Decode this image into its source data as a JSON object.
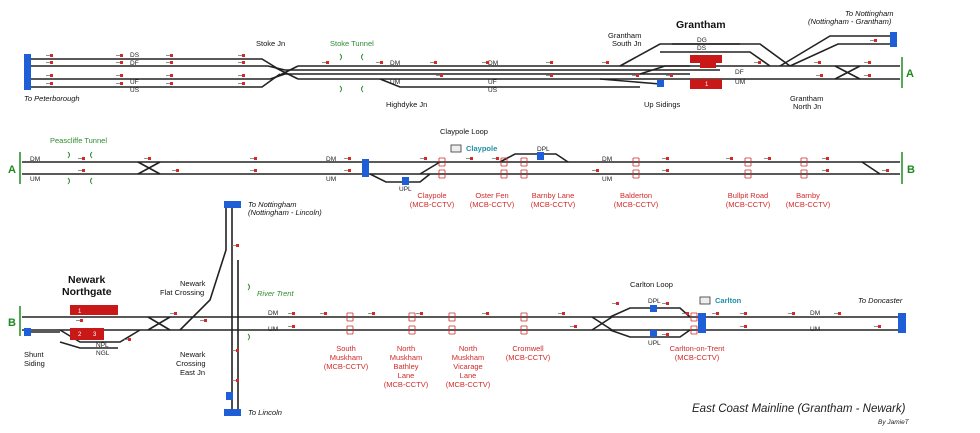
{
  "title": "East Coast Mainline (Grantham - Newark)",
  "author": "By JamieT",
  "stations": {
    "grantham": "Grantham",
    "newark": "Newark",
    "newark2": "Northgate",
    "claypole": "Claypole",
    "carlton": "Carlton"
  },
  "directions": {
    "peterborough": "To Peterborough",
    "nott_gr_1": "To Nottingham",
    "nott_gr_2": "(Nottingham - Grantham)",
    "nott_li_1": "To Nottingham",
    "nott_li_2": "(Nottingham - Lincoln)",
    "lincoln": "To Lincoln",
    "doncaster": "To Doncaster"
  },
  "junctions": {
    "stoke_jn": "Stoke Jn",
    "highdyke_jn": "Highdyke Jn",
    "grantham_south_1": "Grantham",
    "grantham_south_2": "South Jn",
    "grantham_north_1": "Grantham",
    "grantham_north_2": "North Jn",
    "up_sidings": "Up Sidings",
    "claypole_loop": "Claypole Loop",
    "carlton_loop": "Carlton Loop",
    "flat_1": "Newark",
    "flat_2": "Flat Crossing",
    "ce_1": "Newark",
    "ce_2": "Crossing",
    "ce_3": "East Jn",
    "shunt_1": "Shunt",
    "shunt_2": "Siding"
  },
  "tunnels": {
    "stoke": "Stoke Tunnel",
    "peascliffe": "Peascliffe Tunnel"
  },
  "river": "River Trent",
  "crossings": {
    "claypole": [
      "Claypole",
      "(MCB-CCTV)"
    ],
    "oster_fen": [
      "Oster Fen",
      "(MCB-CCTV)"
    ],
    "barnby_lane": [
      "Barnby Lane",
      "(MCB-CCTV)"
    ],
    "balderton": [
      "Balderton",
      "(MCB-CCTV)"
    ],
    "bullpit_road": [
      "Bullpit Road",
      "(MCB-CCTV)"
    ],
    "barnby": [
      "Barnby",
      "(MCB-CCTV)"
    ],
    "south_muskham": [
      "South",
      "Muskham",
      "(MCB-CCTV)"
    ],
    "north_muskham_bathley": [
      "North",
      "Muskham",
      "Bathley",
      "Lane",
      "(MCB-CCTV)"
    ],
    "north_muskham_vicarage": [
      "North",
      "Muskham",
      "Vicarage",
      "Lane",
      "(MCB-CCTV)"
    ],
    "cromwell": [
      "Cromwell",
      "(MCB-CCTV)"
    ],
    "carlton": [
      "Carlton-on-Trent",
      "(MCB-CCTV)"
    ]
  },
  "track_codes": {
    "ds": "DS",
    "df": "DF",
    "uf": "UF",
    "us": "US",
    "dm": "DM",
    "um": "UM",
    "dg": "DG",
    "dpl": "DPL",
    "upl": "UPL",
    "npl": "NPL",
    "ngl": "NGL"
  },
  "platforms": [
    "1",
    "2",
    "3"
  ],
  "section_markers": {
    "a": "A",
    "b": "B"
  },
  "colors": {
    "track": "#222222",
    "buffer": "#1e5fd8",
    "signal": "#d12a2a",
    "platform": "#c81818",
    "label_green": "#2e8b2e",
    "crossing_red": "#d12a2a",
    "station_teal": "#1f8fa8"
  }
}
